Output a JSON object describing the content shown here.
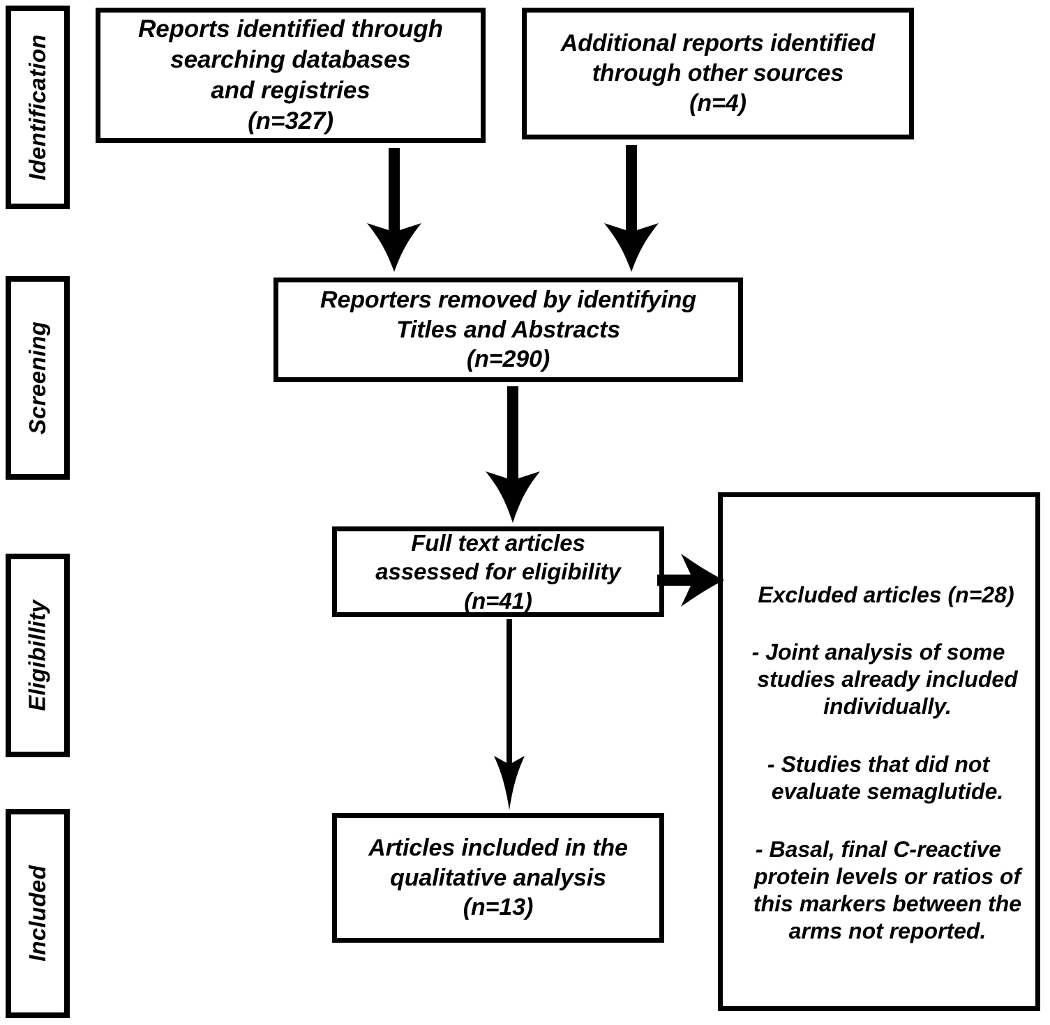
{
  "diagram": {
    "title": "PRISMA study selection flow diagram",
    "stages": [
      {
        "id": "identification",
        "label": "Identification"
      },
      {
        "id": "screening",
        "label": "Screening"
      },
      {
        "id": "eligibility",
        "label": "Eligibillity"
      },
      {
        "id": "included",
        "label": "Included"
      }
    ],
    "boxes": {
      "identified": {
        "text": "Reports identified through\nsearching databases\nand registries\n(n=327)",
        "count": 327
      },
      "additional": {
        "text": "Additional reports identified\nthrough other sources\n(n=4)",
        "count": 4
      },
      "removed": {
        "text": "Reporters removed by identifying\nTitles and Abstracts\n(n=290)",
        "count": 290
      },
      "fulltext": {
        "text": "Full text articles\nassessed for eligibility\n(n=41)",
        "count": 41
      },
      "included": {
        "text": "Articles included in the\nqualitative analysis\n(n=13)",
        "count": 13
      },
      "excluded": {
        "title": "Excluded articles (n=28)",
        "count": 28,
        "reasons": [
          "- Joint analysis of  some studies already included individually.",
          "- Studies that did not evaluate semaglutide.",
          "- Basal, final C-reactive protein levels or ratios of this markers between the arms not reported."
        ]
      }
    },
    "arrows": [
      {
        "id": "db-to-screen",
        "from": "identified",
        "to": "removed",
        "direction": "down"
      },
      {
        "id": "other-to-screen",
        "from": "additional",
        "to": "removed",
        "direction": "down"
      },
      {
        "id": "screen-to-full",
        "from": "removed",
        "to": "fulltext",
        "direction": "down"
      },
      {
        "id": "full-to-incl",
        "from": "fulltext",
        "to": "included",
        "direction": "down"
      },
      {
        "id": "full-to-excl",
        "from": "fulltext",
        "to": "excluded",
        "direction": "right"
      }
    ],
    "colors": {
      "stroke": "#000000",
      "fill": "#ffffff",
      "text": "#000000"
    }
  }
}
